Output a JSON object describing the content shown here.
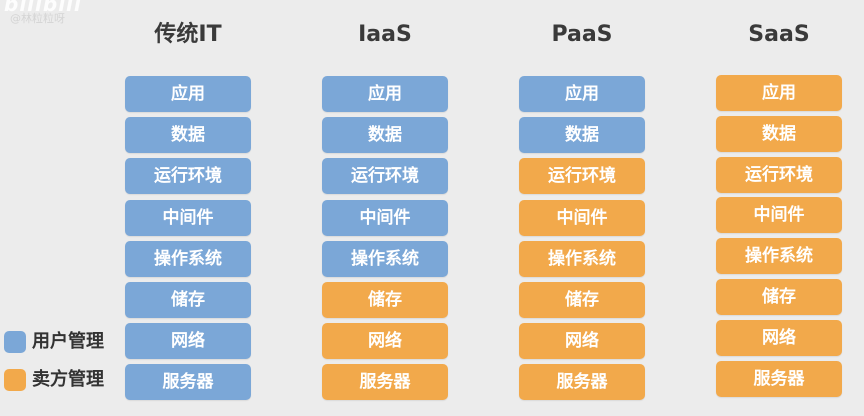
{
  "watermark": {
    "logo": "bilibili",
    "handle": "@林粒粒呀"
  },
  "colors": {
    "user_managed": "#7ba7d7",
    "vendor_managed": "#f2a94b"
  },
  "columns": [
    {
      "name": "传统IT",
      "layers": [
        {
          "label": "应用",
          "owner": "user"
        },
        {
          "label": "数据",
          "owner": "user"
        },
        {
          "label": "运行环境",
          "owner": "user"
        },
        {
          "label": "中间件",
          "owner": "user"
        },
        {
          "label": "操作系统",
          "owner": "user"
        },
        {
          "label": "储存",
          "owner": "user"
        },
        {
          "label": "网络",
          "owner": "user"
        },
        {
          "label": "服务器",
          "owner": "user"
        }
      ]
    },
    {
      "name": "IaaS",
      "layers": [
        {
          "label": "应用",
          "owner": "user"
        },
        {
          "label": "数据",
          "owner": "user"
        },
        {
          "label": "运行环境",
          "owner": "user"
        },
        {
          "label": "中间件",
          "owner": "user"
        },
        {
          "label": "操作系统",
          "owner": "user"
        },
        {
          "label": "储存",
          "owner": "vendor"
        },
        {
          "label": "网络",
          "owner": "vendor"
        },
        {
          "label": "服务器",
          "owner": "vendor"
        }
      ]
    },
    {
      "name": "PaaS",
      "layers": [
        {
          "label": "应用",
          "owner": "user"
        },
        {
          "label": "数据",
          "owner": "user"
        },
        {
          "label": "运行环境",
          "owner": "vendor"
        },
        {
          "label": "中间件",
          "owner": "vendor"
        },
        {
          "label": "操作系统",
          "owner": "vendor"
        },
        {
          "label": "储存",
          "owner": "vendor"
        },
        {
          "label": "网络",
          "owner": "vendor"
        },
        {
          "label": "服务器",
          "owner": "vendor"
        }
      ]
    },
    {
      "name": "SaaS",
      "layers": [
        {
          "label": "应用",
          "owner": "vendor"
        },
        {
          "label": "数据",
          "owner": "vendor"
        },
        {
          "label": "运行环境",
          "owner": "vendor"
        },
        {
          "label": "中间件",
          "owner": "vendor"
        },
        {
          "label": "操作系统",
          "owner": "vendor"
        },
        {
          "label": "储存",
          "owner": "vendor"
        },
        {
          "label": "网络",
          "owner": "vendor"
        },
        {
          "label": "服务器",
          "owner": "vendor"
        }
      ]
    }
  ],
  "legend": [
    {
      "label": "用户管理",
      "owner": "user"
    },
    {
      "label": "卖方管理",
      "owner": "vendor"
    }
  ]
}
